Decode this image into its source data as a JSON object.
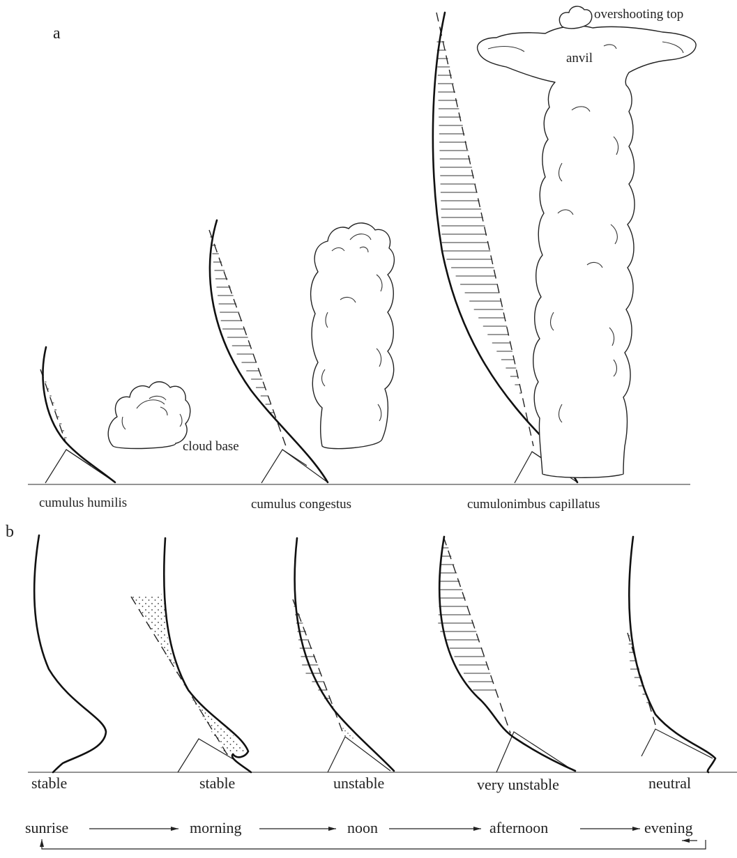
{
  "panel_a": {
    "letter": "a",
    "annotations": {
      "overshooting_top": "overshooting top",
      "anvil": "anvil",
      "cloud_base": "cloud base"
    },
    "captions": [
      "cumulus humilis",
      "cumulus congestus",
      "cumulonimbus capillatus"
    ]
  },
  "panel_b": {
    "letter": "b",
    "captions": [
      "stable",
      "stable",
      "unstable",
      "very unstable",
      "neutral"
    ]
  },
  "timeline": {
    "steps": [
      "sunrise",
      "morning",
      "noon",
      "afternoon",
      "evening"
    ]
  }
}
